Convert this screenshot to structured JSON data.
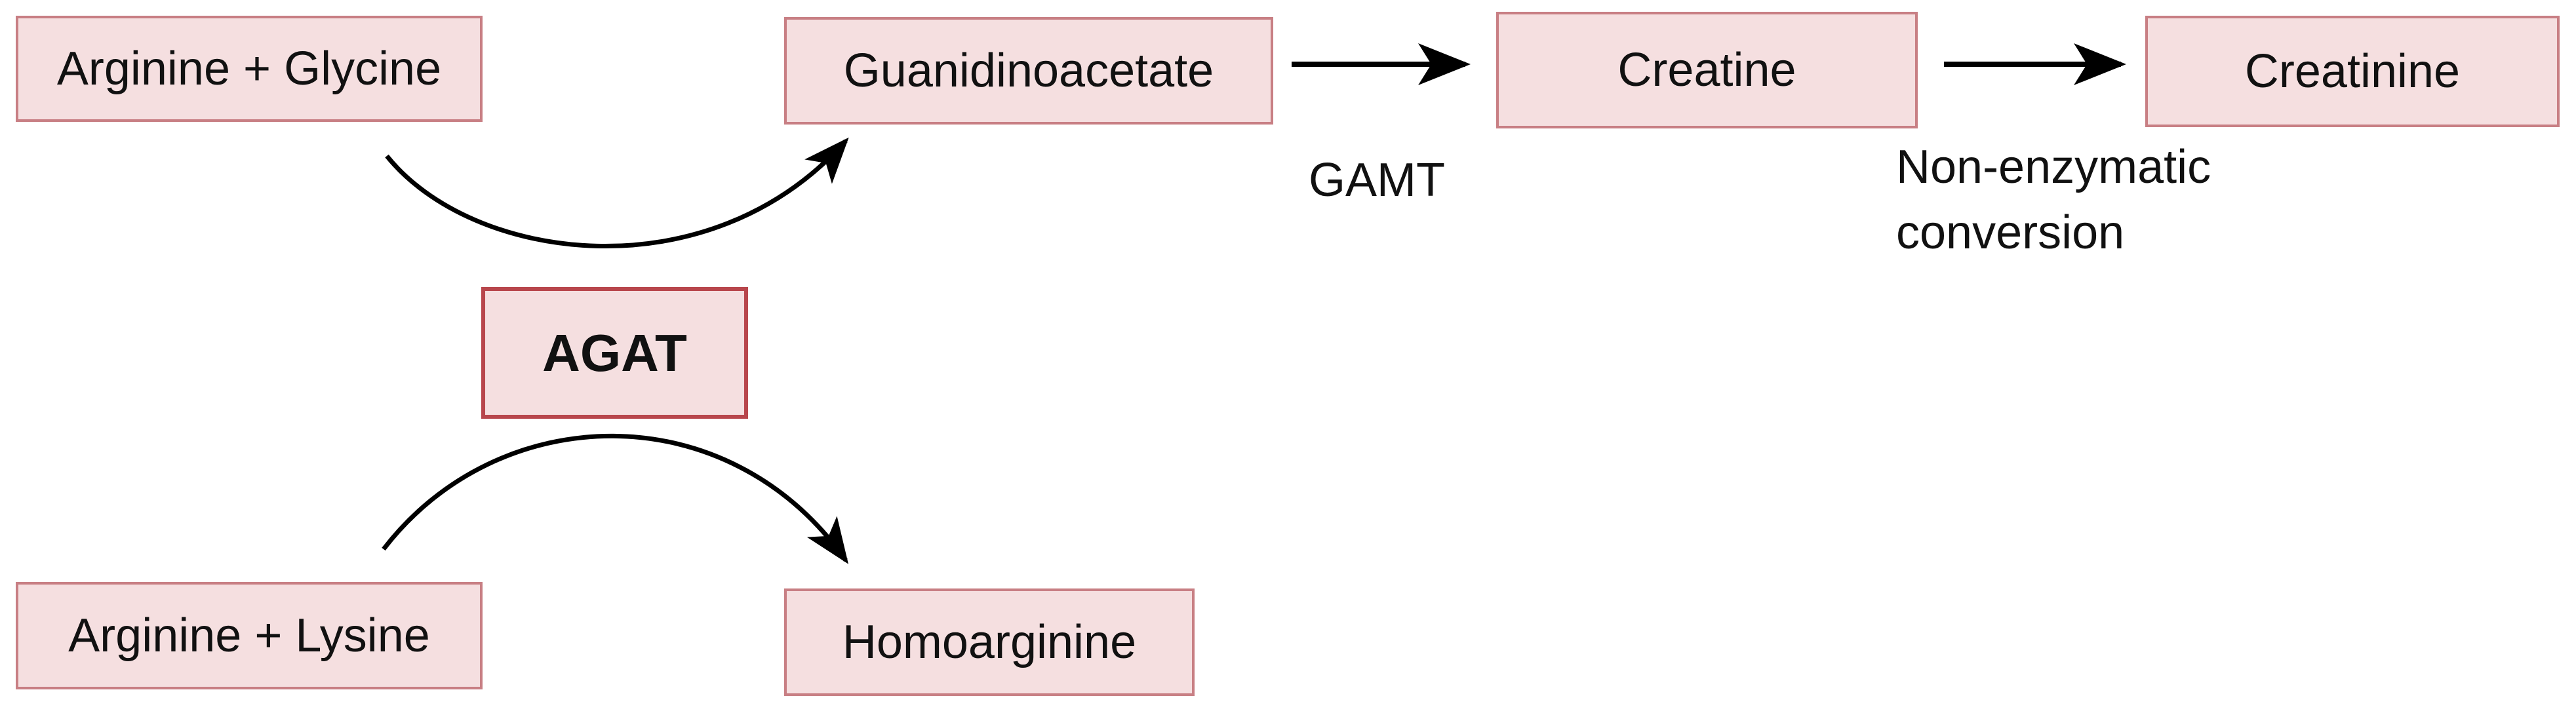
{
  "nodes": {
    "arginine_glycine": "Arginine + Glycine",
    "guanidinoacetate": "Guanidinoacetate",
    "creatine": "Creatine",
    "creatinine": "Creatinine",
    "agat": "AGAT",
    "arginine_lysine": "Arginine + Lysine",
    "homoarginine": "Homoarginine"
  },
  "edge_labels": {
    "gamt": "GAMT",
    "non_enzymatic_line1": "Non-enzymatic",
    "non_enzymatic_line2": "conversion"
  },
  "colors": {
    "box_fill": "#f5dfe0",
    "box_border": "#c87f84",
    "agat_border": "#b8464c",
    "arrow": "#000000"
  }
}
